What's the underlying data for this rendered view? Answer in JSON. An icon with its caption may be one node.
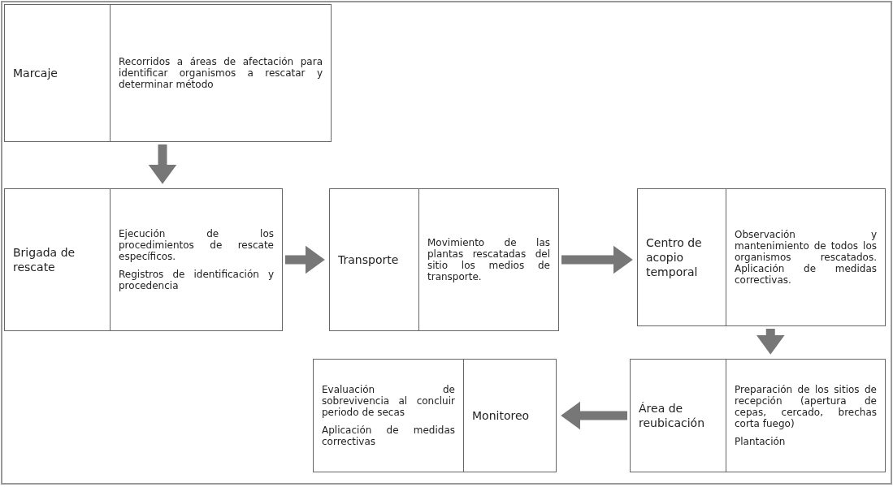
{
  "diagram": {
    "nodes": [
      {
        "text": [
          "Marcaje",
          "Recorridos a áreas de afectación para identificar organismos a rescatar y determinar método"
        ]
      },
      {
        "text": [
          "Brigada de rescate",
          "Ejecución de los procedimientos de rescate específicos.",
          "Registros de identificación y procedencia"
        ]
      },
      {
        "text": [
          "Transporte",
          "Movimiento de las plantas rescatadas del sitio los medios de transporte."
        ]
      },
      {
        "text": [
          "Centro de acopio temporal",
          "Observación y mantenimiento de todos los organismos rescatados. Aplicación de medidas correctivas."
        ]
      },
      {
        "text": [
          "Área de reubicación",
          "Preparación de los sitios de recepción (apertura de cepas, cercado, brechas corta fuego)",
          "Plantación"
        ]
      },
      {
        "text": [
          "Evaluación de sobrevivencia al concluir periodo de secas",
          "Aplicación de medidas correctivas",
          "Monitoreo"
        ]
      }
    ],
    "edges": [
      {
        "from": 0,
        "to": 1,
        "arrow": "to"
      },
      {
        "from": 1,
        "to": 2,
        "arrow": "to"
      },
      {
        "from": 2,
        "to": 3,
        "arrow": "to"
      },
      {
        "from": 3,
        "to": 4,
        "arrow": "to"
      },
      {
        "from": 4,
        "to": 5,
        "arrow": "to"
      }
    ]
  }
}
